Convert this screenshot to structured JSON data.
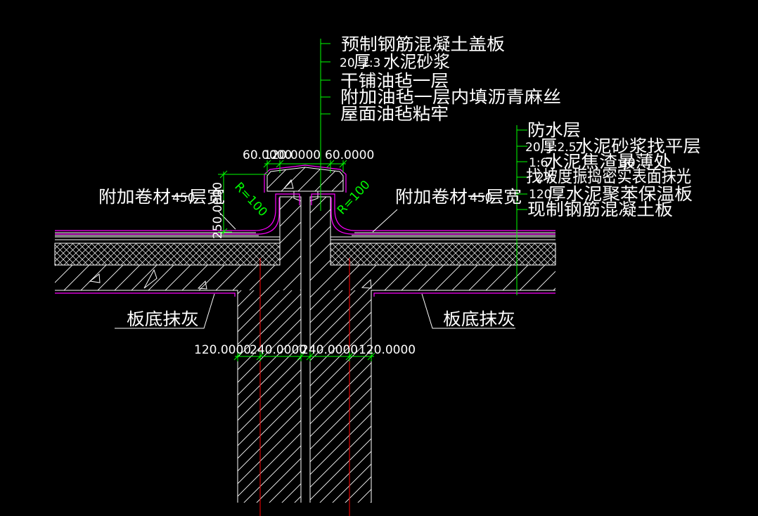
{
  "colors": {
    "background": "#000000",
    "linework": "#ffffff",
    "leaders_and_dimensions": "#00ff00",
    "membrane": "#ff00ff",
    "centerline": "#ff0000"
  },
  "center_callouts": {
    "cover_slab": "预制钢筋混凝土盖板",
    "mortar_thickness": "20",
    "mortar_thick_char": "厚",
    "mortar_ratio": "1:3",
    "mortar_name": "水泥砂浆",
    "dry_felt": "干铺油毡一层",
    "extra_felt": "附加油毡一层内填沥青麻丝",
    "roof_felt": "屋面油毡粘牢"
  },
  "right_callouts": {
    "waterproof": "防水层",
    "screed_thickness": "20",
    "screed_thick_char": "厚",
    "screed_ratio": "1:2.5",
    "screed_name": "水泥砂浆找平层",
    "slag_ratio": "1:6",
    "slag_name": "水泥焦渣最薄处",
    "slag_thickness": "30",
    "slope_prefix": "找",
    "slope_percent": "2%",
    "slope_rest": "坡度振捣密实表面抹光",
    "insulation_thickness": "120",
    "insulation_name": "厚水泥聚苯保温板",
    "rc_slab": "现制钢筋混凝土板"
  },
  "membrane_labels": [
    {
      "label": "附加卷材一层宽",
      "dimension": "450"
    },
    {
      "label": "附加卷材一层宽",
      "dimension": "450"
    }
  ],
  "radius_labels": [
    "R=100",
    "R=100"
  ],
  "dimensions": {
    "upstand_height": "250.0000",
    "top": [
      "60.0000",
      "120.0000",
      "60.0000"
    ],
    "bottom": [
      "120.0000",
      "240.0000",
      "240.0000",
      "120.0000"
    ]
  },
  "soffit_labels": [
    "板底抹灰",
    "板底抹灰"
  ]
}
